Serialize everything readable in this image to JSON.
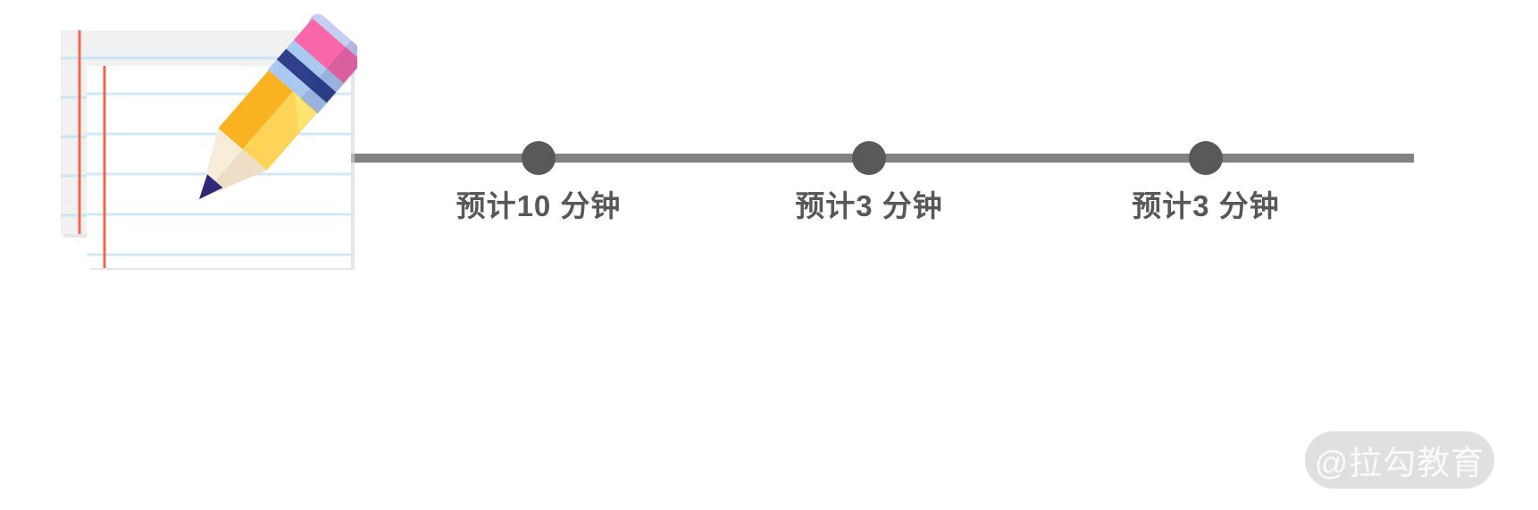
{
  "illustration": {
    "name": "notepad-and-pencil",
    "colors": {
      "back_sheet": "#f1f1f2",
      "front_sheet": "#ffffff",
      "paper_rule_line": "#cfe9f8",
      "paper_margin_line": "#f2674a",
      "pencil_body_dark": "#fbb220",
      "pencil_body_light": "#fdd458",
      "pencil_wood_light": "#f7edda",
      "pencil_wood_dark": "#eedec6",
      "pencil_graphite": "#2f2a78",
      "pencil_band_blue": "#aac9f1",
      "pencil_band_navy": "#2f3f8c",
      "pencil_eraser_pink": "#f868a9",
      "pencil_cap_lavender": "#c6cef3"
    }
  },
  "timeline": {
    "line_color": "#828282",
    "dot_color": "#595959",
    "label_color": "#57565a",
    "milestones": [
      {
        "label": "预计10 分钟"
      },
      {
        "label": "预计3 分钟"
      },
      {
        "label": "预计3 分钟"
      }
    ]
  },
  "watermark": {
    "text": "@拉勾教育",
    "background": "#e0e0e0",
    "text_color": "#fafafa"
  }
}
